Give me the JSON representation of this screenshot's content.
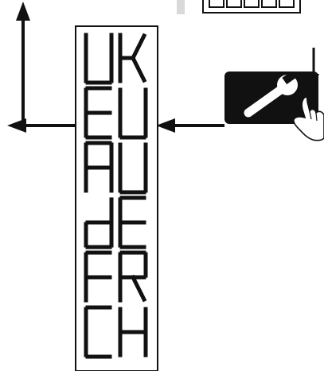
{
  "diagram": {
    "display_values": [
      "UK",
      "EU",
      "AU",
      "dE",
      "FR",
      "CH"
    ],
    "button_icon": "wrench-icon",
    "pointer_icon": "hand-pointer-icon",
    "colors": {
      "ink": "#111111",
      "button_fill": "#111111",
      "display_fill": "#ffffff",
      "panel_shadow": "#d9d9d9"
    }
  }
}
